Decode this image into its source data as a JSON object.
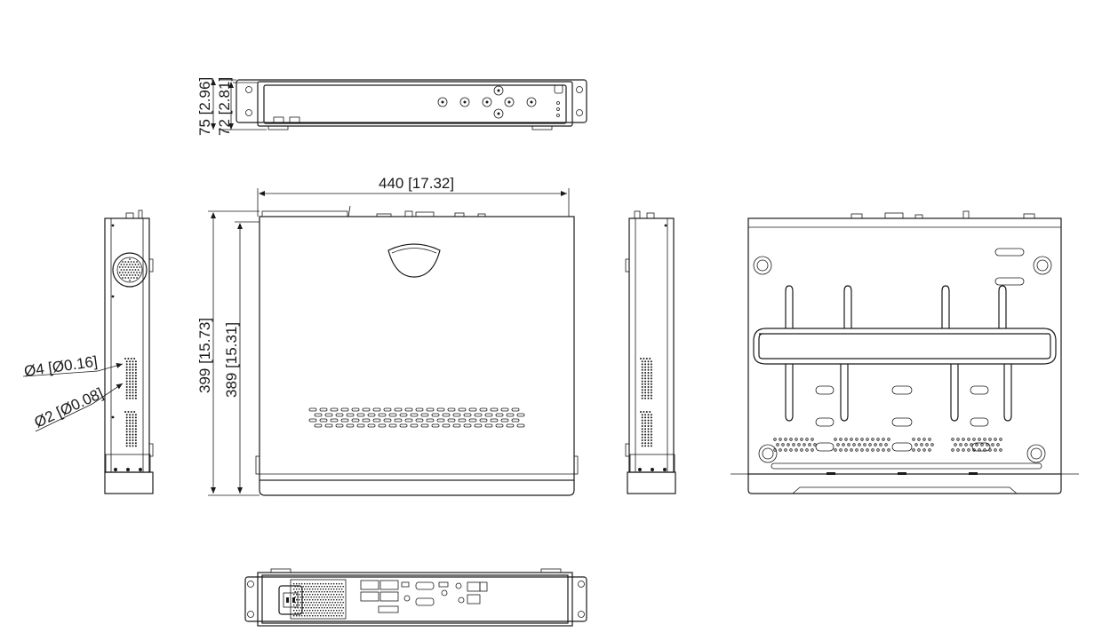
{
  "dimensions": {
    "front_height_overall": "75 [2.96]",
    "front_height_body": "72 [2.81]",
    "width": "440 [17.32]",
    "depth_overall": "399 [15.73]",
    "depth_body": "389 [15.31]",
    "vent_hole_large": "Ø4 [Ø0.16]",
    "vent_hole_small": "Ø2 [Ø0.08]"
  },
  "colors": {
    "line": "#1a1a1a",
    "background": "#ffffff"
  }
}
